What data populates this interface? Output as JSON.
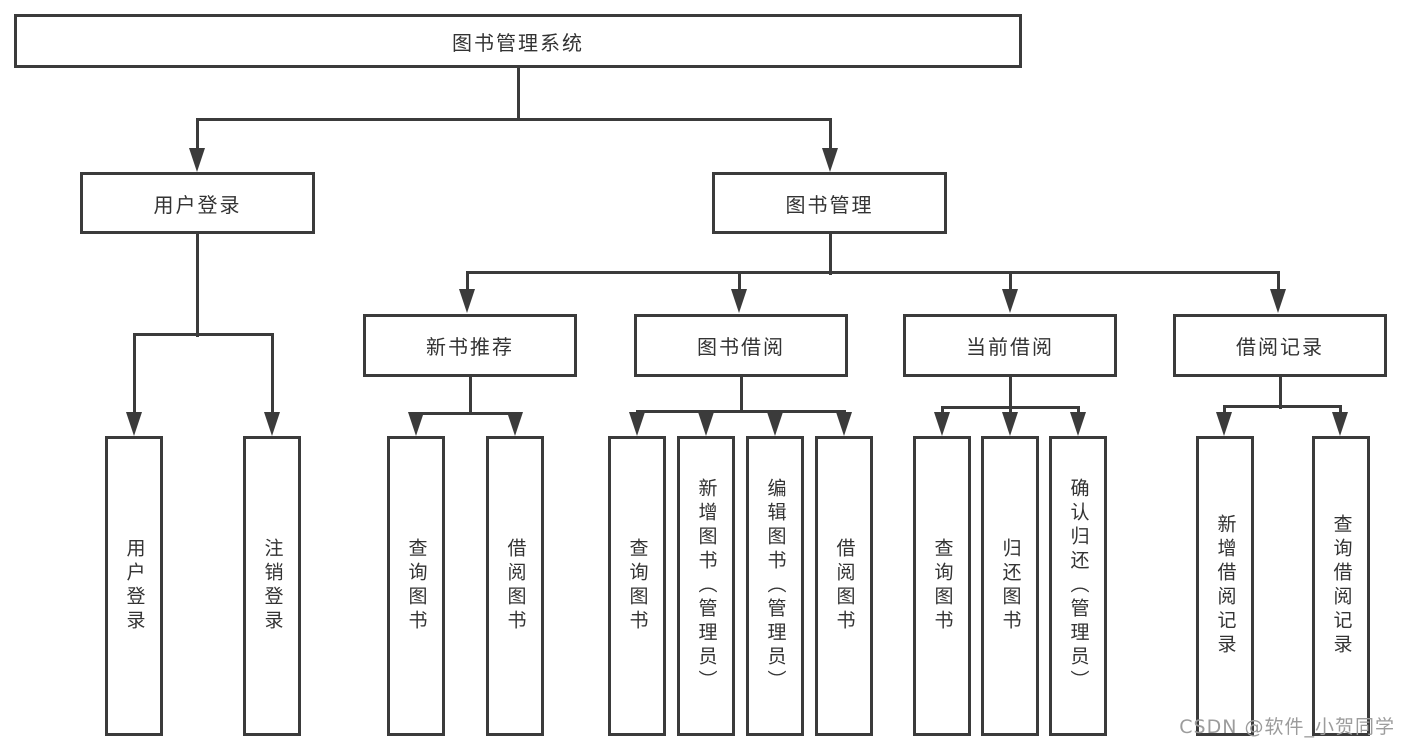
{
  "diagram": {
    "type": "hierarchy",
    "root_label": "图书管理系统",
    "branches": [
      {
        "label": "用户登录",
        "children": [
          {
            "label": "用户登录"
          },
          {
            "label": "注销登录"
          }
        ]
      },
      {
        "label": "图书管理",
        "children": [
          {
            "label": "新书推荐",
            "children": [
              {
                "label": "查询图书"
              },
              {
                "label": "借阅图书"
              }
            ]
          },
          {
            "label": "图书借阅",
            "children": [
              {
                "label": "查询图书"
              },
              {
                "label": "新增图书（管理员）"
              },
              {
                "label": "编辑图书（管理员）"
              },
              {
                "label": "借阅图书"
              }
            ]
          },
          {
            "label": "当前借阅",
            "children": [
              {
                "label": "查询图书"
              },
              {
                "label": "归还图书"
              },
              {
                "label": "确认归还（管理员）"
              }
            ]
          },
          {
            "label": "借阅记录",
            "children": [
              {
                "label": "新增借阅记录"
              },
              {
                "label": "查询借阅记录"
              }
            ]
          }
        ]
      }
    ]
  },
  "watermark": "CSDN @软件_小贺同学",
  "colors": {
    "border": "#3b3b3b",
    "text": "#333333",
    "watermark": "#9c9c9c",
    "background": "#ffffff"
  }
}
